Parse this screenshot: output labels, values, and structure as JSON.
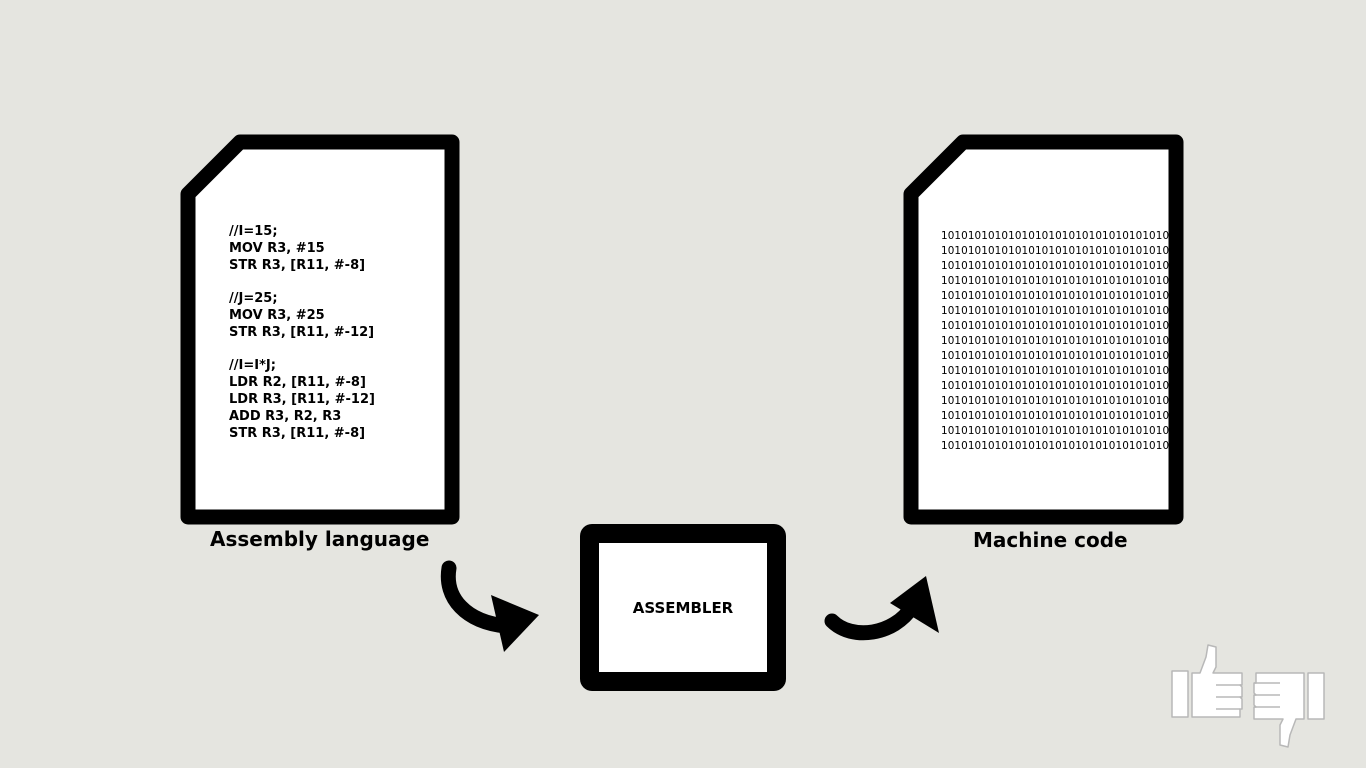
{
  "assembly_doc": {
    "label": "Assembly language",
    "code_lines": [
      "//I=15;",
      "MOV R3, #15",
      "STR R3, [R11, #-8]",
      "",
      "//J=25;",
      "MOV R3, #25",
      "STR R3, [R11, #-12]",
      "",
      "//I=I*J;",
      "LDR R2, [R11, #-8]",
      "LDR R3, [R11, #-12]",
      "ADD R3, R2, R3",
      "STR R3, [R11, #-8]"
    ]
  },
  "assembler": {
    "label": "ASSEMBLER"
  },
  "machine_doc": {
    "label": "Machine code",
    "binary_lines": [
      "1010101010101010101010101010101010",
      "1010101010101010101010101010101010",
      "1010101010101010101010101010101010",
      "1010101010101010101010101010101010",
      "1010101010101010101010101010101010",
      "1010101010101010101010101010101010",
      "1010101010101010101010101010101010",
      "1010101010101010101010101010101010",
      "1010101010101010101010101010101010",
      "1010101010101010101010101010101010",
      "1010101010101010101010101010101010",
      "1010101010101010101010101010101010",
      "1010101010101010101010101010101010",
      "1010101010101010101010101010101010",
      "1010101010101010101010101010101010"
    ]
  },
  "colors": {
    "background": "#e5e5e0",
    "stroke": "#000000",
    "paper": "#ffffff"
  },
  "icons": [
    "document-icon",
    "curved-arrow-icon",
    "thumbs-up-icon",
    "thumbs-down-icon"
  ]
}
